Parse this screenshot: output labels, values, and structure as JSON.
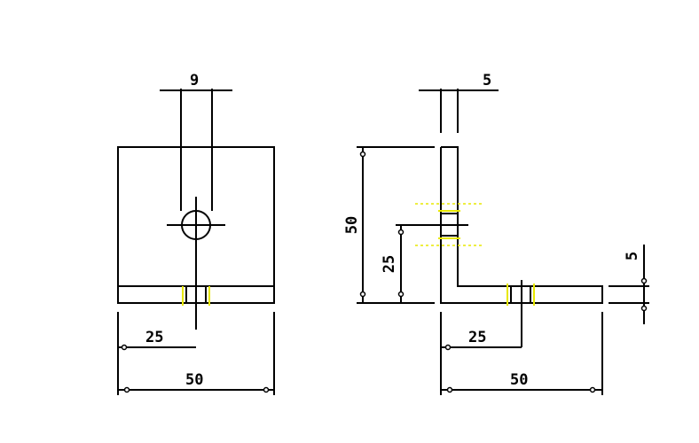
{
  "front_view": {
    "hole_diameter": "9",
    "center_offset": "25",
    "total_width": "50"
  },
  "side_view": {
    "thickness_top": "5",
    "total_height": "50",
    "center_height": "25",
    "thickness_right": "5",
    "center_offset": "25",
    "total_width": "50"
  },
  "colors": {
    "line": "#000000",
    "highlight": "#e8e800",
    "background": "#ffffff"
  }
}
